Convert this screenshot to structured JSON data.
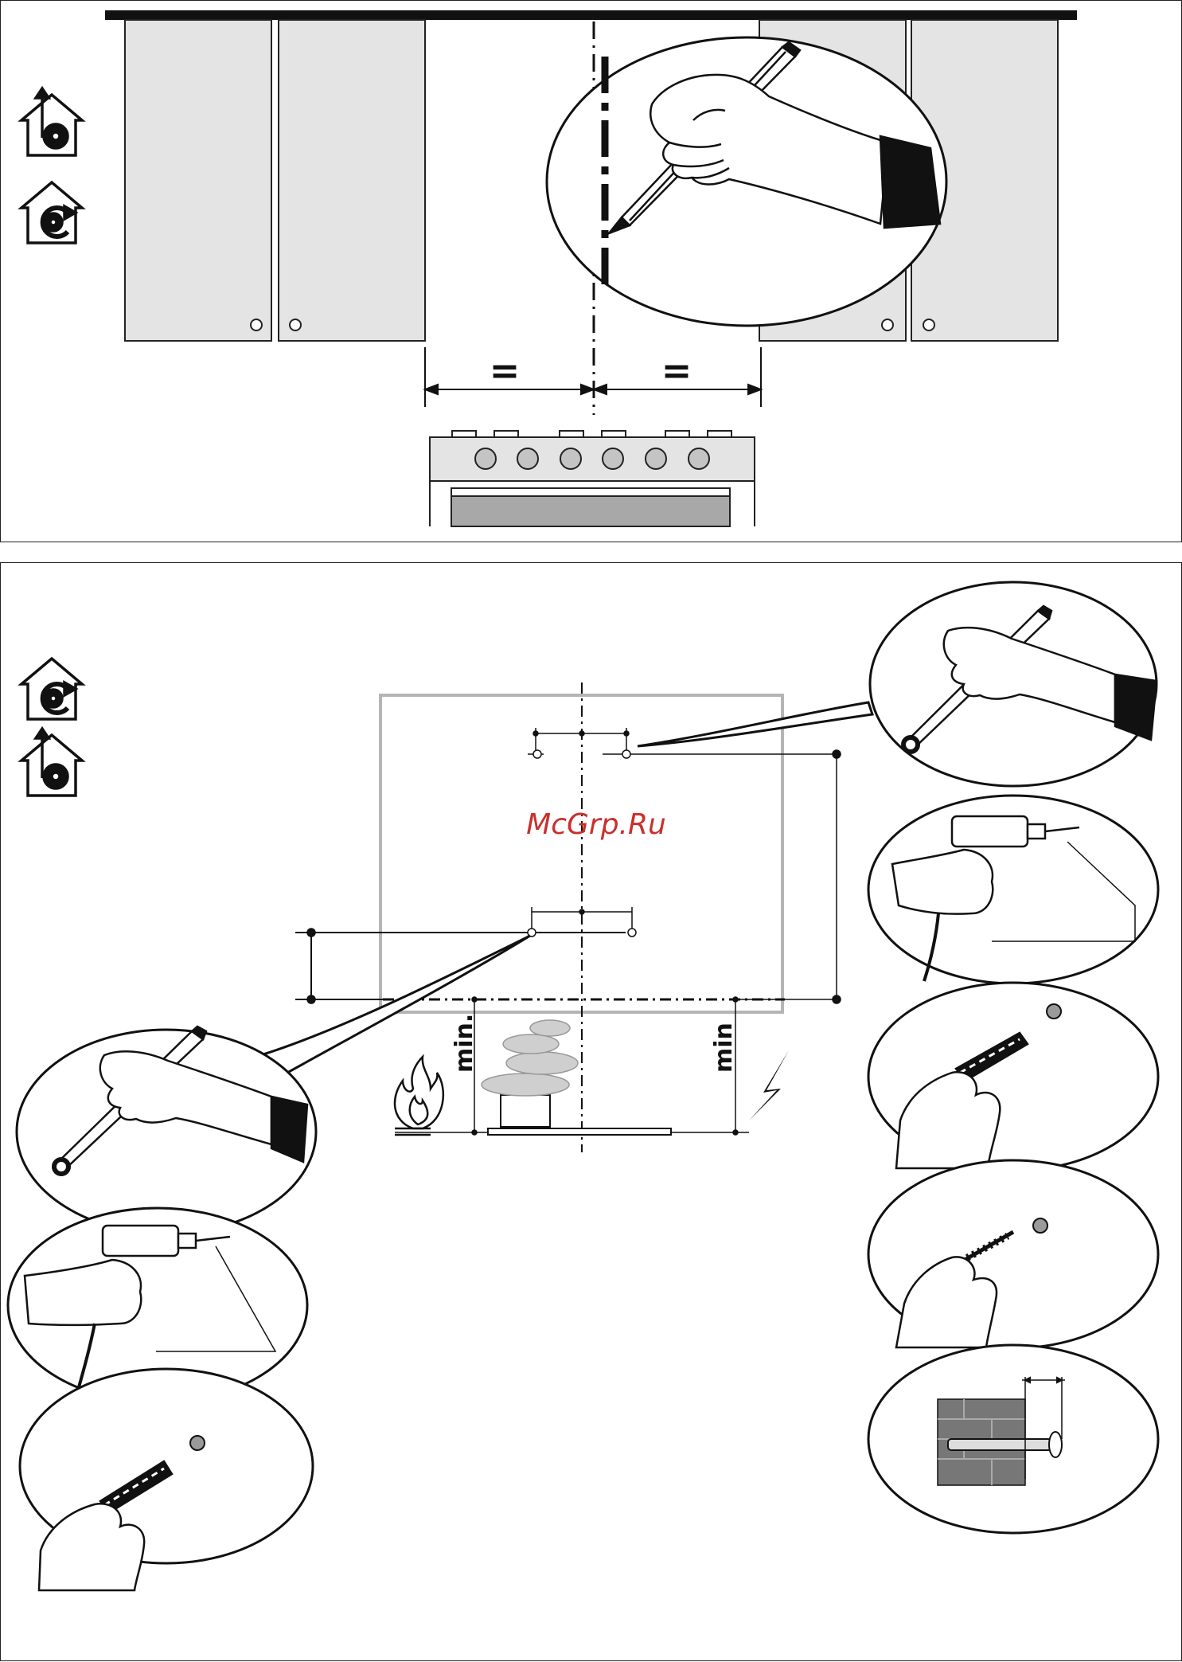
{
  "top_panel": {
    "equal_left": "=",
    "equal_right": "="
  },
  "bottom_panel": {
    "watermark": "McGrp.Ru",
    "min_left": "min.",
    "min_right": "min"
  },
  "icons": {
    "top": [
      "ducted-extraction-icon",
      "recirculation-icon"
    ],
    "bottom": [
      "recirculation-icon",
      "ducted-extraction-icon"
    ]
  },
  "colors": {
    "cabinet_fill": "#e4e4e4",
    "hood_outline": "#b5b5b5",
    "watermark": "#c8312c",
    "cuff": "#111111"
  }
}
